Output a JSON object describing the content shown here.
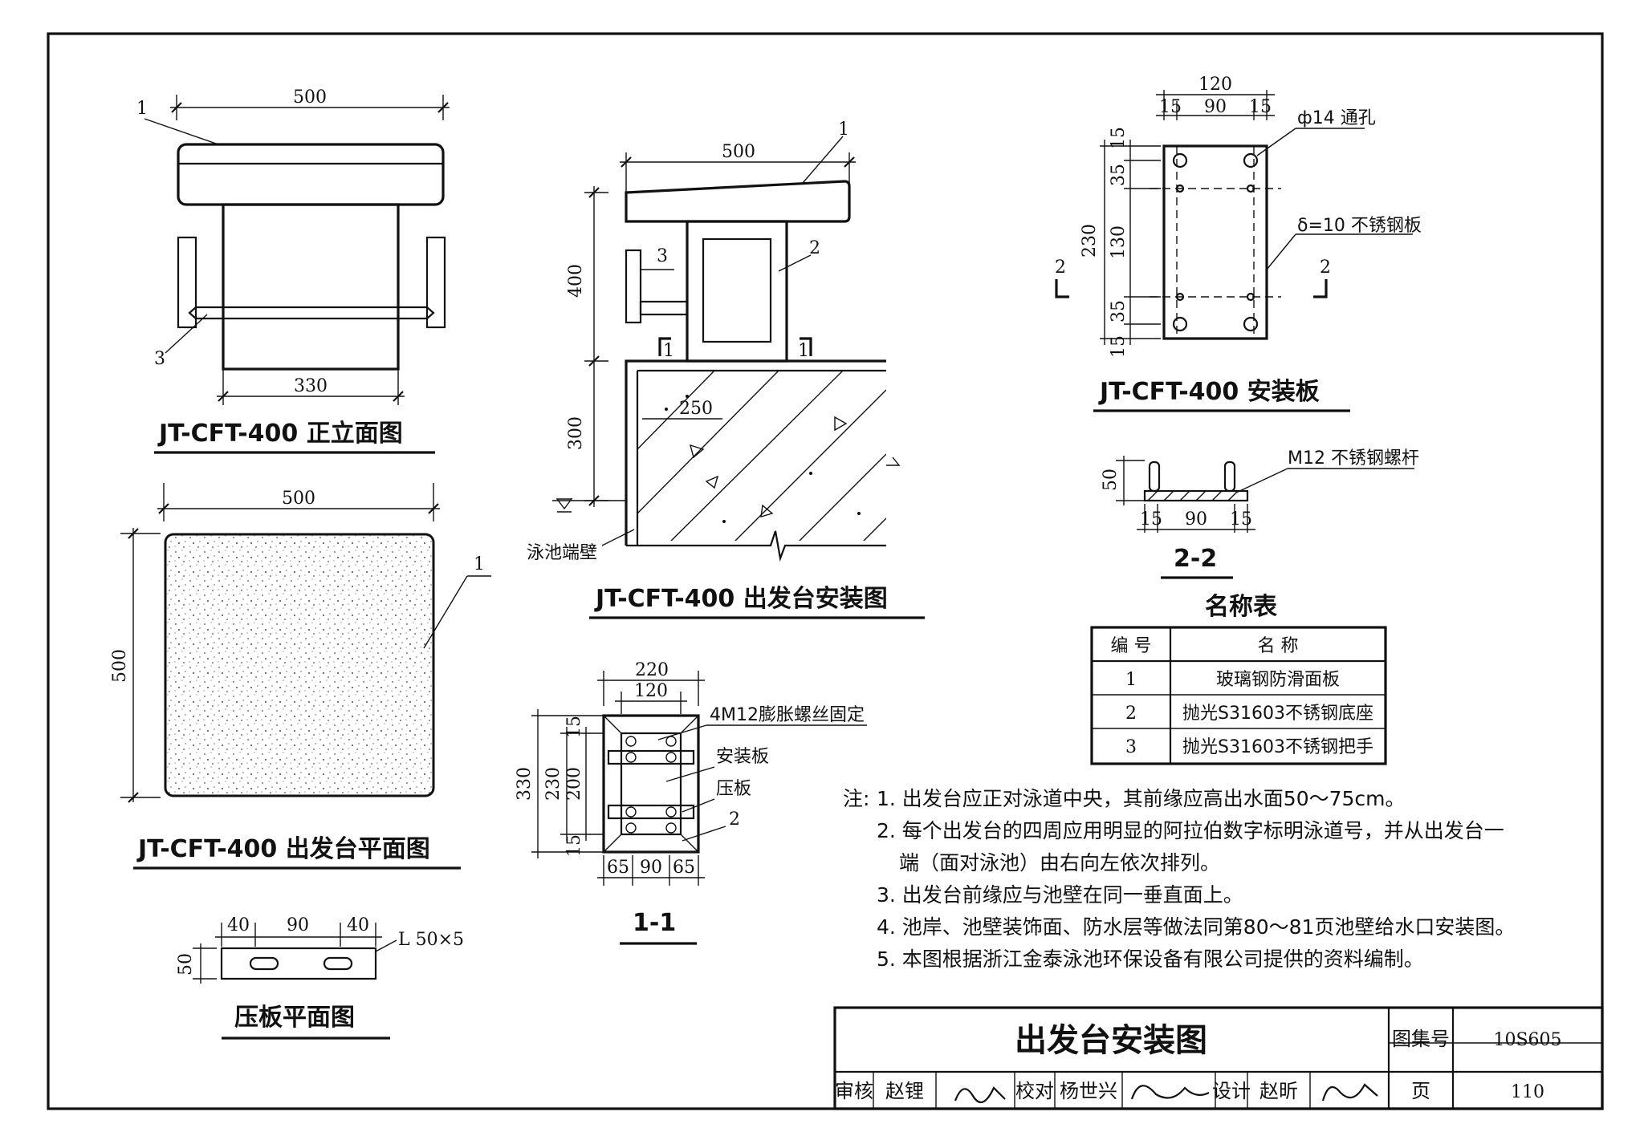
{
  "views": {
    "front_elevation": {
      "title": "JT-CFT-400 正立面图",
      "dims": {
        "top": "500",
        "bottom": "330"
      },
      "callouts": [
        "1",
        "3"
      ]
    },
    "plan": {
      "title": "JT-CFT-400 出发台平面图",
      "dims": {
        "width": "500",
        "height": "500"
      },
      "callouts": [
        "1"
      ]
    },
    "pressure_plate": {
      "title": "压板平面图",
      "dims": [
        "40",
        "90",
        "40"
      ],
      "height": "50",
      "label": "L 50×5"
    },
    "install": {
      "title": "JT-CFT-400 出发台安装图",
      "dims": {
        "top": "500",
        "upper": "400",
        "lower": "300",
        "inner": "250"
      },
      "callouts": [
        "1",
        "2",
        "3"
      ],
      "section_marks": [
        "1",
        "1"
      ],
      "wall_label": "泳池端壁"
    },
    "section_1_1": {
      "title": "1-1",
      "dims_top": [
        "220",
        "120"
      ],
      "dims_left": [
        "330",
        "230",
        "200",
        "15",
        "15"
      ],
      "dims_bottom": [
        "65",
        "90",
        "65"
      ],
      "labels": [
        "4M12膨胀螺丝固定",
        "安装板",
        "压板",
        "2"
      ]
    },
    "mount_plate": {
      "title": "JT-CFT-400 安装板",
      "dims_top": [
        "120",
        "15",
        "90",
        "15"
      ],
      "dims_left": [
        "230",
        "15",
        "35",
        "130",
        "35",
        "15"
      ],
      "labels": [
        "ф14 通孔",
        "δ=10 不锈钢板"
      ],
      "section_marks": [
        "2",
        "2"
      ]
    },
    "section_2_2": {
      "title": "2-2",
      "height": "50",
      "dims_bottom": [
        "15",
        "90",
        "15"
      ],
      "label": "M12 不锈钢螺杆"
    }
  },
  "name_table": {
    "title": "名称表",
    "headers": [
      "编  号",
      "名    称"
    ],
    "rows": [
      {
        "no": "1",
        "name": "玻璃钢防滑面板"
      },
      {
        "no": "2",
        "name": "抛光S31603不锈钢底座"
      },
      {
        "no": "3",
        "name": "抛光S31603不锈钢把手"
      }
    ]
  },
  "notes": {
    "prefix": "注:",
    "items": [
      "1.  出发台应正对泳道中央，其前缘应高出水面50～75cm。",
      "2.  每个出发台的四周应用明显的阿拉伯数字标明泳道号，并从出发台一",
      "端（面对泳池）由右向左依次排列。",
      "3.  出发台前缘应与池壁在同一垂直面上。",
      "4.  池岸、池壁装饰面、防水层等做法同第80～81页池壁给水口安装图。",
      "5.  本图根据浙江金泰泳池环保设备有限公司提供的资料编制。"
    ]
  },
  "title_block": {
    "drawing_title": "出发台安装图",
    "atlas_label": "图集号",
    "atlas_no": "10S605",
    "page_label": "页",
    "page_no": "110",
    "review_label": "审核",
    "reviewer": "赵锂",
    "check_label": "校对",
    "checker": "杨世兴",
    "design_label": "设计",
    "designer": "赵昕"
  }
}
